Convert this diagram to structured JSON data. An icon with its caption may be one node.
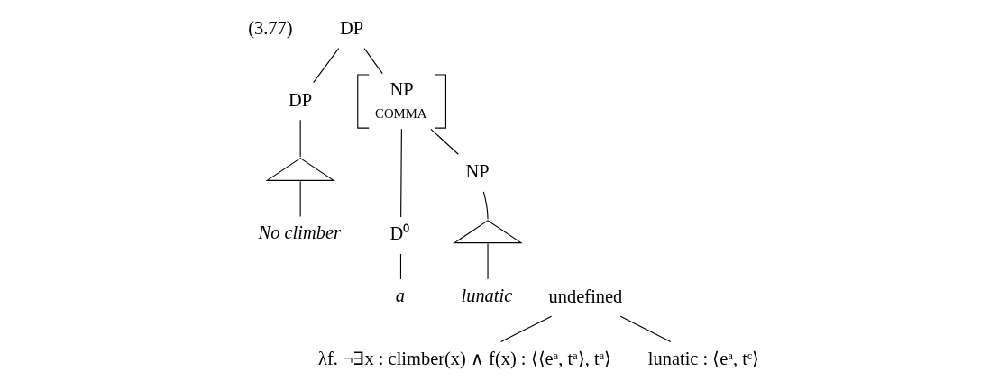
{
  "diagram": {
    "nodes": [
      {
        "text": [
          "DP"
        ]
      },
      {
        "text": [
          "DP"
        ]
      },
      {
        "text": [],
        "shape": "triangle"
      },
      {
        "text": [
          "No climber"
        ]
      },
      {
        "text": [
          "NP",
          "COMMA"
        ]
      },
      {
        "text": [
          "D⁰"
        ]
      },
      {
        "text": [
          "NP"
        ]
      },
      {
        "text": [],
        "shape": "triangle"
      },
      {
        "text": [
          "a"
        ]
      },
      {
        "text": [
          "lunatic"
        ]
      },
      {
        "text": [
          "undefined"
        ]
      },
      {
        "text": [
          "λf. ¬∃x : climber(x) ∧ f(x) : ⟨⟨eᵃ, tᵃ⟩, tᵃ⟩"
        ]
      },
      {
        "text": [
          "lunatic : ⟨eᵃ, tᶜ⟩"
        ]
      }
    ],
    "edges": [
      {
        "from": 0,
        "to": 1,
        "arrow": "none"
      },
      {
        "from": 0,
        "to": 4,
        "arrow": "none"
      },
      {
        "from": 1,
        "to": 2,
        "arrow": "none"
      },
      {
        "from": 2,
        "to": 3,
        "arrow": "none"
      },
      {
        "from": 4,
        "to": 5,
        "arrow": "none"
      },
      {
        "from": 4,
        "to": 6,
        "arrow": "none"
      },
      {
        "from": 5,
        "to": 8,
        "arrow": "none"
      },
      {
        "from": 6,
        "to": 7,
        "arrow": "none"
      },
      {
        "from": 7,
        "to": 9,
        "arrow": "none"
      },
      {
        "from": 10,
        "to": 11,
        "arrow": "none"
      },
      {
        "from": 10,
        "to": 12,
        "arrow": "none"
      }
    ],
    "labels": [
      "(3.77)"
    ]
  }
}
